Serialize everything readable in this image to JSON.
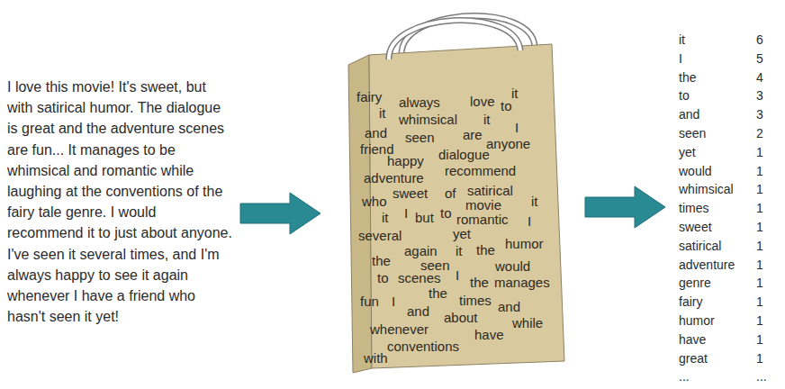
{
  "diagram": {
    "nodes": [
      {
        "text": [
          "fairy",
          "always",
          "love",
          "to",
          "it",
          "it",
          "whimsical",
          "it",
          "I",
          "and",
          "seen",
          "are",
          "anyone",
          "friend",
          "happy",
          "dialogue",
          "recommend",
          "adventure",
          "who",
          "sweet",
          "of",
          "satirical",
          "movie",
          "it",
          "it",
          "I",
          "but",
          "to",
          "romantic",
          "I",
          "several",
          "yet",
          "again",
          "it",
          "the",
          "humor",
          "the",
          "seen",
          "would",
          "to",
          "scenes",
          "I",
          "the",
          "manages",
          "the",
          "fun",
          "I",
          "and",
          "times",
          "and",
          "about",
          "while",
          "whenever",
          "have",
          "conventions",
          "with"
        ]
      }
    ],
    "labels": [
      "I love this movie! It's sweet, but with satirical humor. The dialogue is great and the adventure scenes are fun... It manages to be whimsical and romantic while laughing at the conventions of the fairy tale genre. I would recommend it to just about anyone. I've seen it several times, and I'm always happy to see it again whenever I have a friend who hasn't seen it yet!",
      "it",
      "6",
      "I",
      "5",
      "the",
      "4",
      "to",
      "3",
      "and",
      "3",
      "seen",
      "2",
      "yet",
      "1",
      "would",
      "1",
      "whimsical",
      "1",
      "times",
      "1",
      "sweet",
      "1",
      "satirical",
      "1",
      "adventure",
      "1",
      "genre",
      "1",
      "fairy",
      "1",
      "humor",
      "1",
      "have",
      "1",
      "great",
      "1",
      "...",
      "..."
    ]
  }
}
